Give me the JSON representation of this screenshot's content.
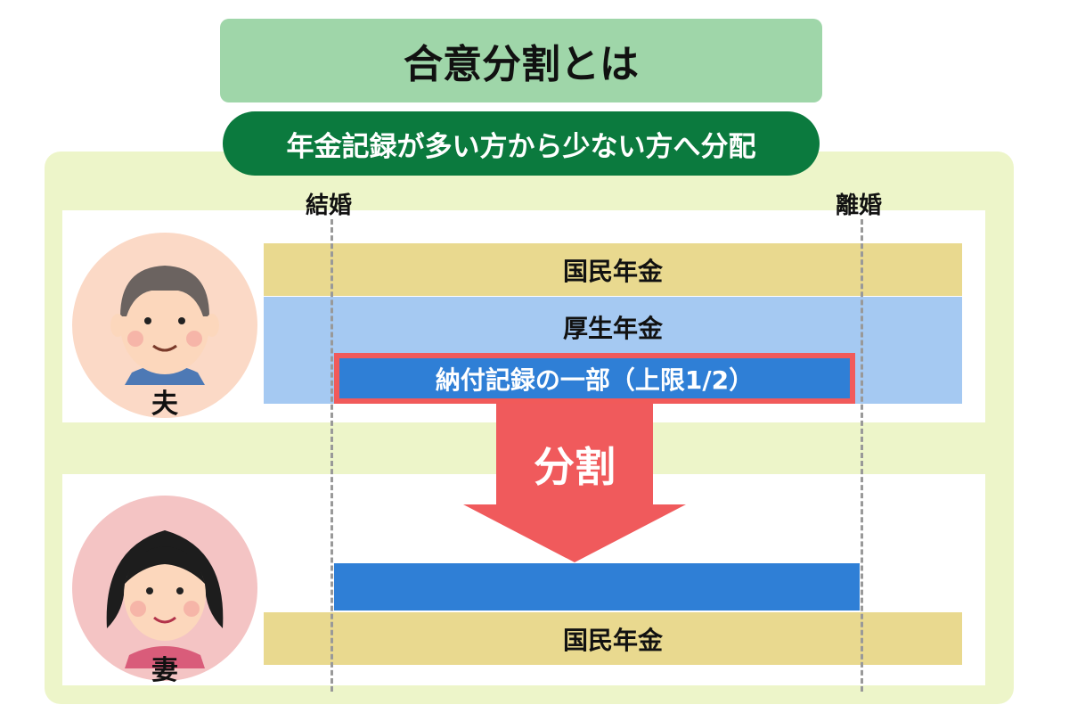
{
  "title": "合意分割とは",
  "subtitle": "年金記録が多い方から少ない方へ分配",
  "timeline": {
    "start_label": "結婚",
    "end_label": "離婚"
  },
  "husband": {
    "label": "夫",
    "bars": {
      "kokumin": "国民年金",
      "kosei": "厚生年金",
      "noufu": "納付記録の一部（上限1/2）"
    }
  },
  "transfer": {
    "label": "分割"
  },
  "wife": {
    "label": "妻",
    "bars": {
      "kokumin": "国民年金"
    }
  },
  "colors": {
    "title_bg": "#9fd6a9",
    "subtitle_bg": "#0b7a3e",
    "outer_bg": "#edf5c9",
    "kokumin_bar": "#e9d98f",
    "kosei_bar": "#a5c9f2",
    "noufu_bar": "#2f7fd6",
    "highlight_border": "#f15a5a",
    "arrow": "#f05a5c"
  }
}
